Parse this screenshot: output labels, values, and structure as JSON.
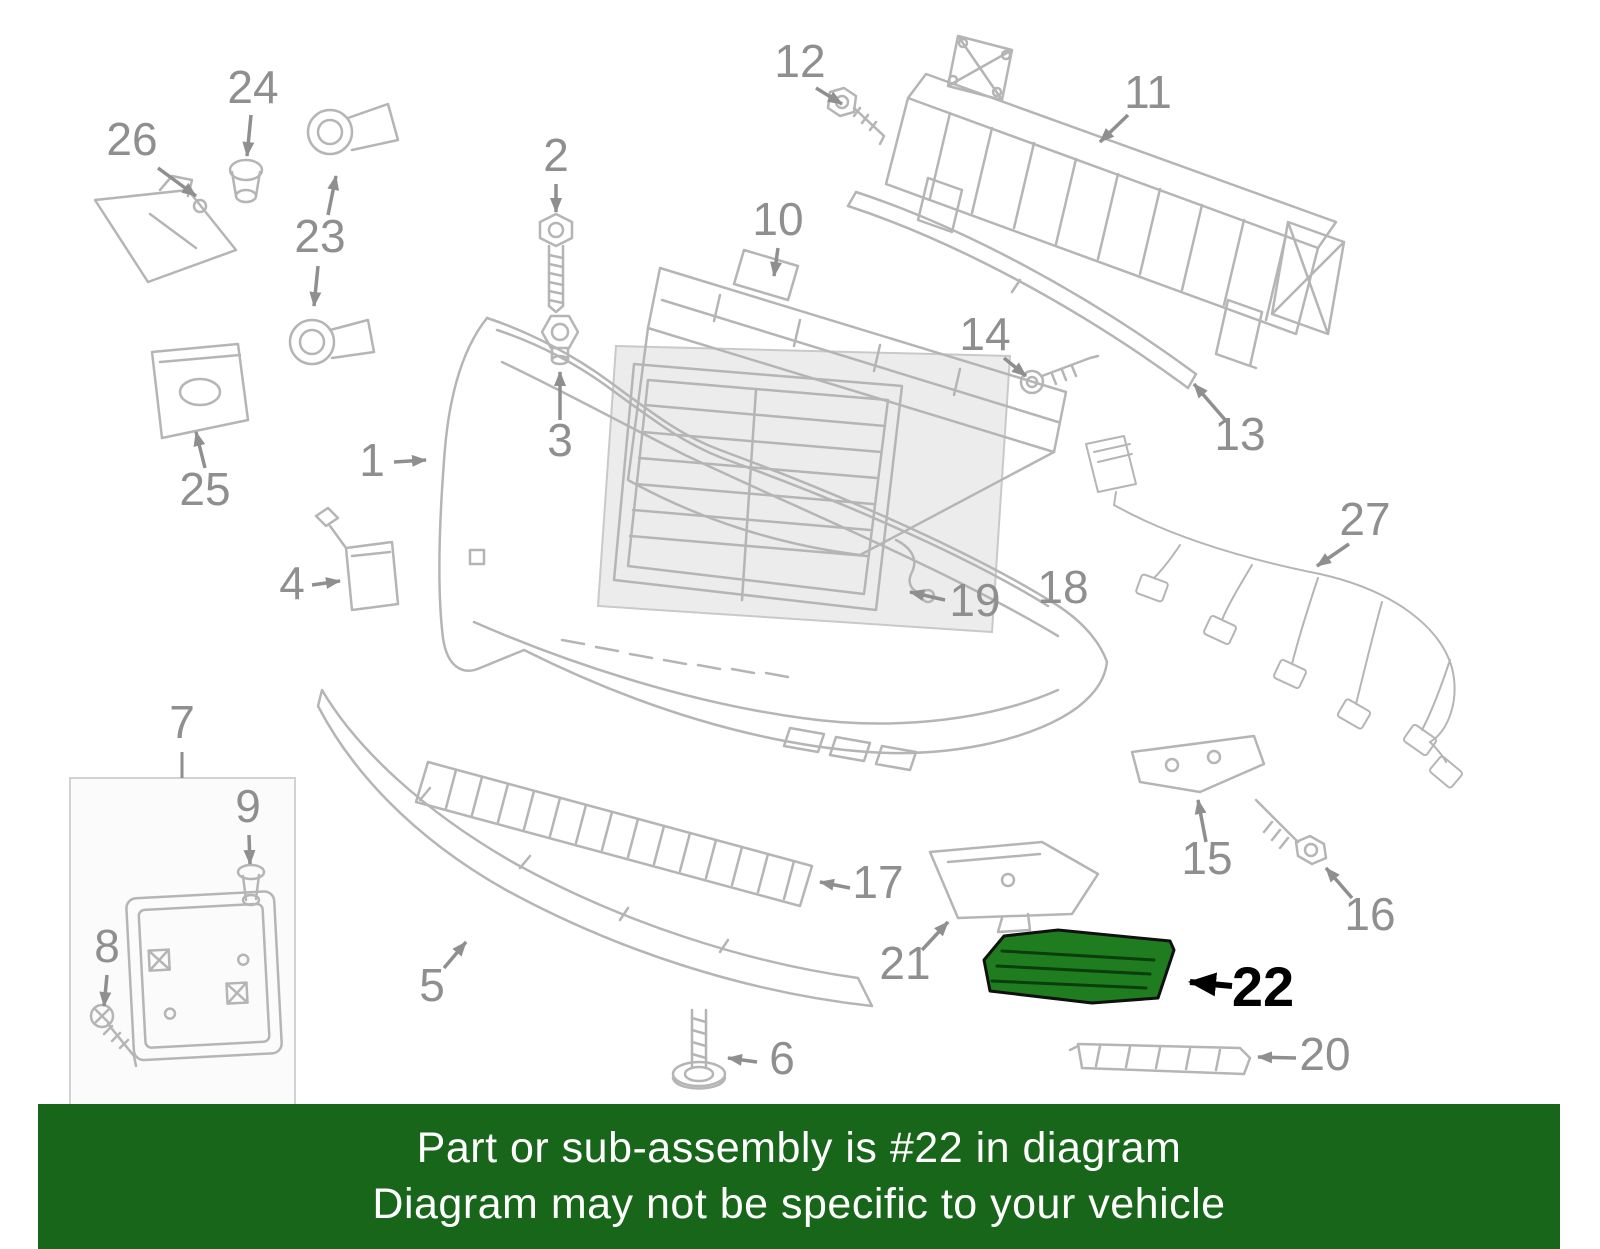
{
  "banner": {
    "line1": "Part or sub-assembly is #22 in diagram",
    "line2": "Diagram may not be specific to your vehicle"
  },
  "colors": {
    "line": "#b5b5b5",
    "label": "#8f8f8f",
    "highlight": "#1f7d1f",
    "highlight_label": "#000000",
    "banner_bg": "#17661a",
    "banner_text": "#ffffff"
  },
  "diagram": {
    "highlighted_part": "22",
    "labels": {
      "p1": "1",
      "p2": "2",
      "p3": "3",
      "p4": "4",
      "p5": "5",
      "p6": "6",
      "p7": "7",
      "p8": "8",
      "p9": "9",
      "p10": "10",
      "p11": "11",
      "p12": "12",
      "p13": "13",
      "p14": "14",
      "p15": "15",
      "p16": "16",
      "p17": "17",
      "p18": "18",
      "p19": "19",
      "p20": "20",
      "p21": "21",
      "p22": "22",
      "p23": "23",
      "p24": "24",
      "p25": "25",
      "p26": "26",
      "p27": "27"
    }
  }
}
